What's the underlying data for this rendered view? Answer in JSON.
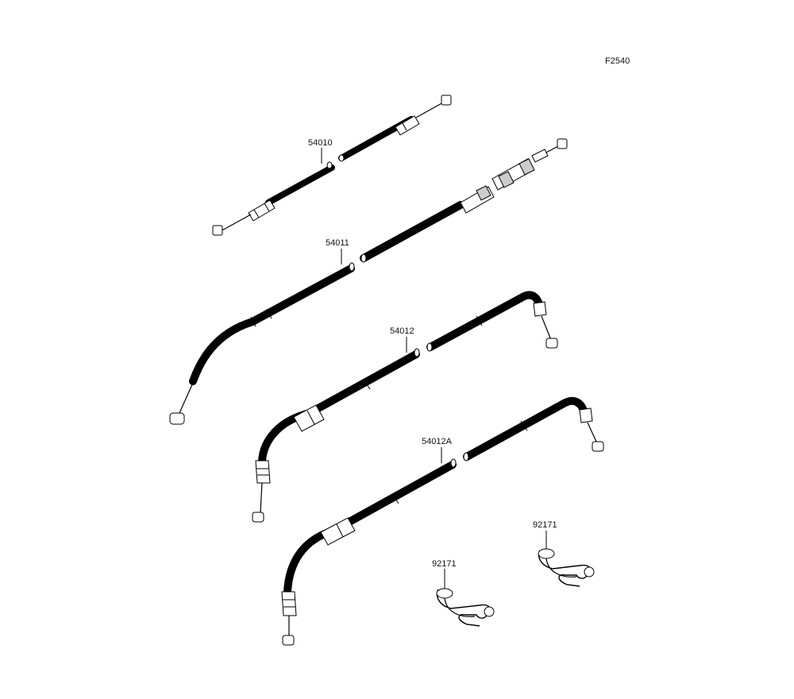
{
  "figure_code": "F2540",
  "parts": [
    {
      "number": "54010",
      "name": "cable-54010"
    },
    {
      "number": "54011",
      "name": "cable-54011"
    },
    {
      "number": "54012",
      "name": "cable-54012"
    },
    {
      "number": "54012A",
      "name": "cable-54012a"
    },
    {
      "number": "92171",
      "name": "clamp-92171-right"
    },
    {
      "number": "92171",
      "name": "clamp-92171-left"
    }
  ]
}
